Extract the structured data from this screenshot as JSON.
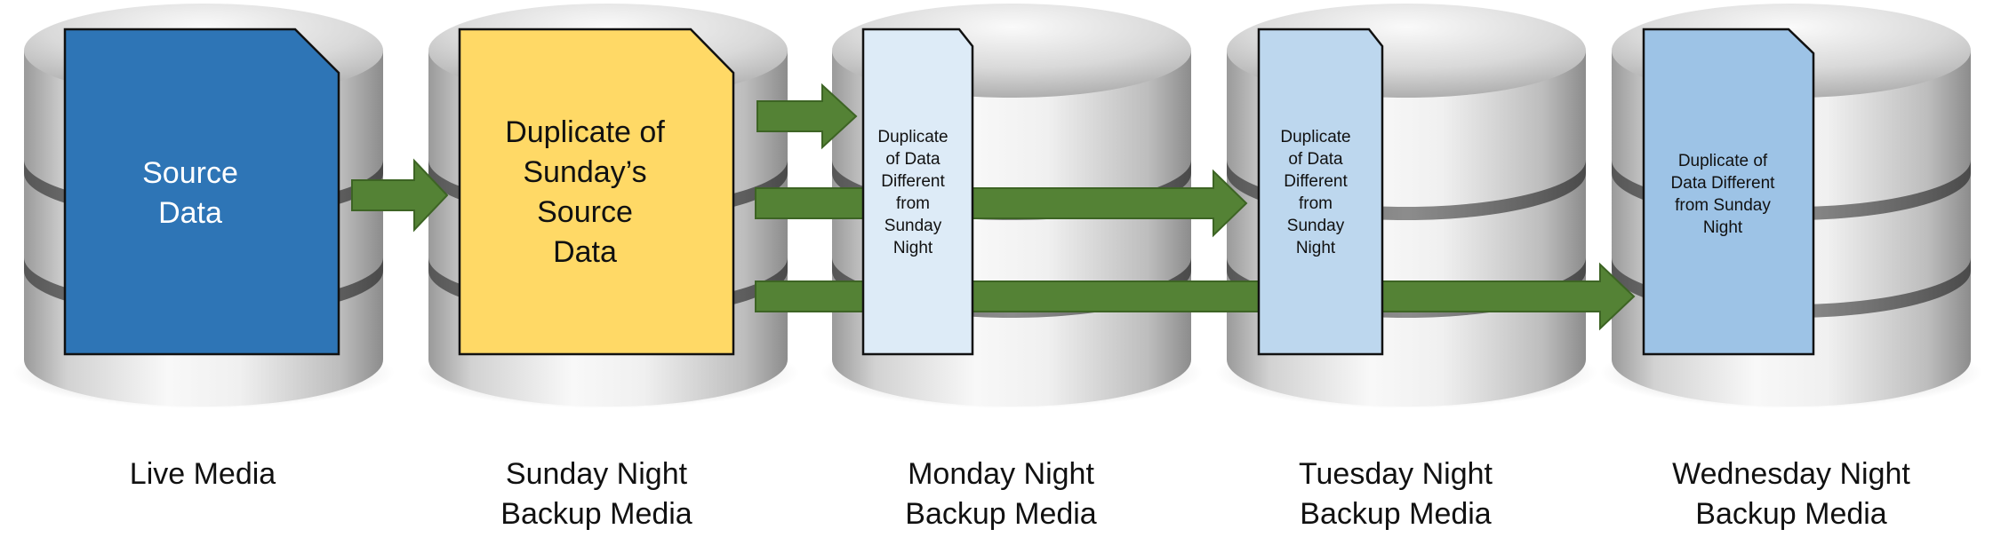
{
  "colors": {
    "arrow": "#548235",
    "arrow_stroke": "#3d6424",
    "doc_stroke": "#111111"
  },
  "documents": {
    "live": {
      "lines": [
        "Source",
        "Data"
      ],
      "fill": "#2e75b6",
      "text_color": "#ffffff"
    },
    "sunday": {
      "lines": [
        "Duplicate of",
        "Sunday’s",
        "Source",
        "Data"
      ],
      "fill": "#ffd966",
      "text_color": "#111111"
    },
    "monday": {
      "lines": [
        "Duplicate",
        "of Data",
        "Different",
        "from",
        "Sunday",
        "Night"
      ],
      "fill": "#ddebf7",
      "text_color": "#111111"
    },
    "tuesday": {
      "lines": [
        "Duplicate",
        "of Data",
        "Different",
        "from",
        "Sunday",
        "Night"
      ],
      "fill": "#bdd7ee",
      "text_color": "#111111"
    },
    "wednesday": {
      "lines": [
        "Duplicate of",
        "Data Different",
        "from Sunday",
        "Night"
      ],
      "fill": "#9dc3e6",
      "text_color": "#111111"
    }
  },
  "captions": {
    "live": {
      "lines": [
        "Live Media"
      ]
    },
    "sunday": {
      "lines": [
        "Sunday Night",
        "Backup Media"
      ]
    },
    "monday": {
      "lines": [
        "Monday Night",
        "Backup Media"
      ]
    },
    "tuesday": {
      "lines": [
        "Tuesday Night",
        "Backup Media"
      ]
    },
    "wednesday": {
      "lines": [
        "Wednesday Night",
        "Backup Media"
      ]
    }
  }
}
